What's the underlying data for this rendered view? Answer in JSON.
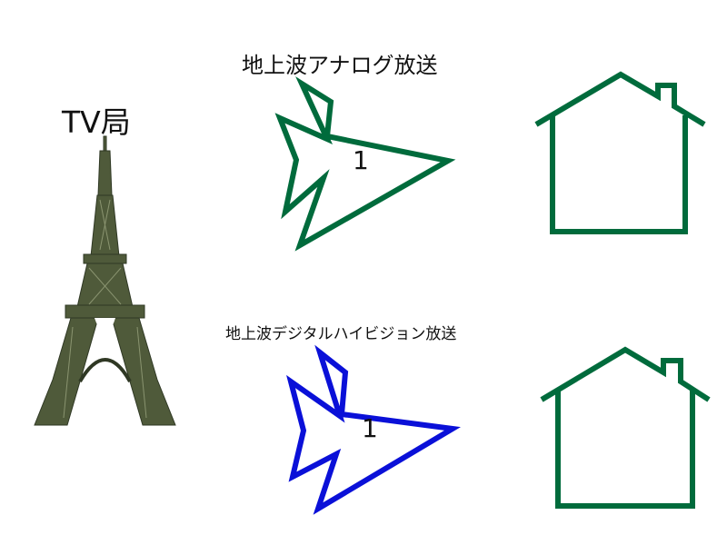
{
  "station": {
    "label": "TV局"
  },
  "analog": {
    "label": "地上波アナログ放送",
    "signal_number": "1",
    "color": "#006b3c"
  },
  "digital": {
    "label": "地上波デジタルハイビジョン放送",
    "signal_number": "1",
    "color": "#0a10d8"
  },
  "house_color": "#006b3c",
  "icons": [
    "eiffel-tower-icon",
    "signal-arrow-icon",
    "house-icon"
  ]
}
